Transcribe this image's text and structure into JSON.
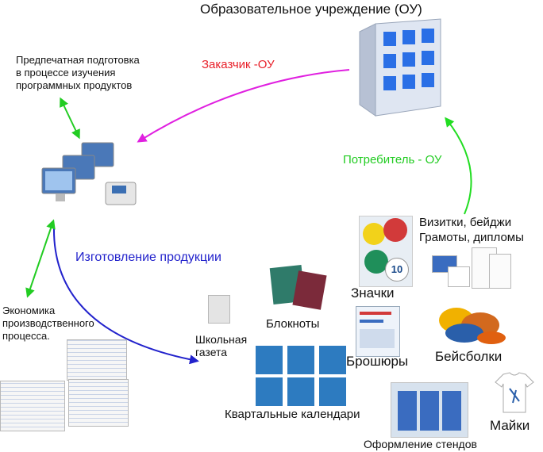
{
  "title": "Образовательное учреждение (ОУ)",
  "prepress": [
    "Предпечатная подготовка",
    "в процессе изучения",
    "программных продуктов"
  ],
  "customer": "Заказчик -ОУ",
  "consumer": "Потребитель - ОУ",
  "production": "Изготовление продукции",
  "economics": [
    "Экономика",
    "производственного",
    "процесса."
  ],
  "products": {
    "cards": [
      "Визитки, бейджи",
      "Грамоты, дипломы"
    ],
    "badges": "Значки",
    "notebooks": "Блокноты",
    "newspaper": [
      "Школьная",
      "газета"
    ],
    "brochures": "Брошюры",
    "caps": "Бейсболки",
    "calendars": "Квартальные календари",
    "tshirts": "Майки",
    "stands": "Оформление стендов"
  },
  "badge_number": "10",
  "colors": {
    "customer_arrow": "#e020e0",
    "consumer_arrow": "#22dd22",
    "production_arrow": "#2222cc",
    "double_arrow": "#22cc22"
  }
}
